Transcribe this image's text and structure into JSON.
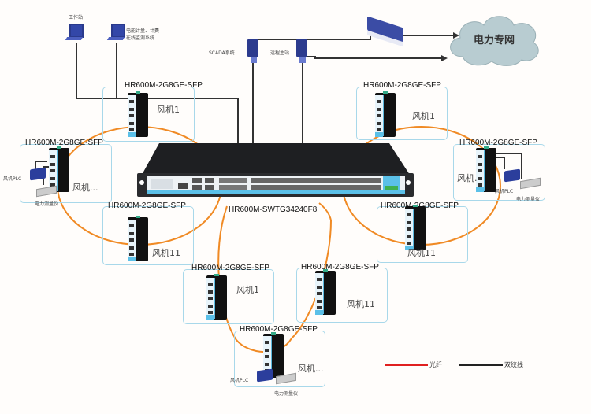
{
  "title": "风电场工业以太网组网拓扑",
  "colors": {
    "fiber": "#f08a24",
    "twisted_pair": "#333333",
    "legend_fiber": "#e02020",
    "box_border": "#a8d8ea",
    "cloud_fill": "#b8ccd1"
  },
  "top_hosts": {
    "workstation": {
      "label": "工作站",
      "icon": "desktop-pc-icon"
    },
    "metering": {
      "label_line1": "电能计量、计费",
      "label_line2": "在线监测系统",
      "icon": "desktop-pc-icon"
    },
    "scada": {
      "label": "SCADA系统",
      "icon": "server-icon"
    },
    "remote": {
      "label": "远程主站",
      "icon": "server-icon"
    },
    "router": {
      "icon": "router-icon"
    },
    "cloud": {
      "label": "电力专网",
      "icon": "cloud-icon"
    }
  },
  "core_switch": {
    "model": "HR600M-SWTG34240F8",
    "icon": "rack-switch-icon"
  },
  "nodes": [
    {
      "model": "HR600M-2G8GE-SFP",
      "fan": "风机1"
    },
    {
      "model": "HR600M-2G8GE-SFP",
      "fan": "风机...",
      "plc": "风机PLC",
      "meter": "电力测量仪"
    },
    {
      "model": "HR600M-2G8GE-SFP",
      "fan": "风机11"
    },
    {
      "model": "HR600M-2G8GE-SFP",
      "fan": "风机1"
    },
    {
      "model": "HR600M-2G8GE-SFP",
      "fan": "风机.",
      "plc": "风机PLC",
      "meter": "电力测量仪"
    },
    {
      "model": "HR600M-2G8GE-SFP",
      "fan": "风机11"
    },
    {
      "model": "HR600M-2G8GE-SFP",
      "fan": "风机1"
    },
    {
      "model": "HR600M-2G8GE-SFP",
      "fan": "风机11"
    },
    {
      "model": "HR600M-2G8GE-SFP",
      "fan": "风机...",
      "plc": "风机PLC",
      "meter": "电力测量仪"
    }
  ],
  "legend": {
    "fiber": "光纤",
    "twisted_pair": "双绞线"
  }
}
